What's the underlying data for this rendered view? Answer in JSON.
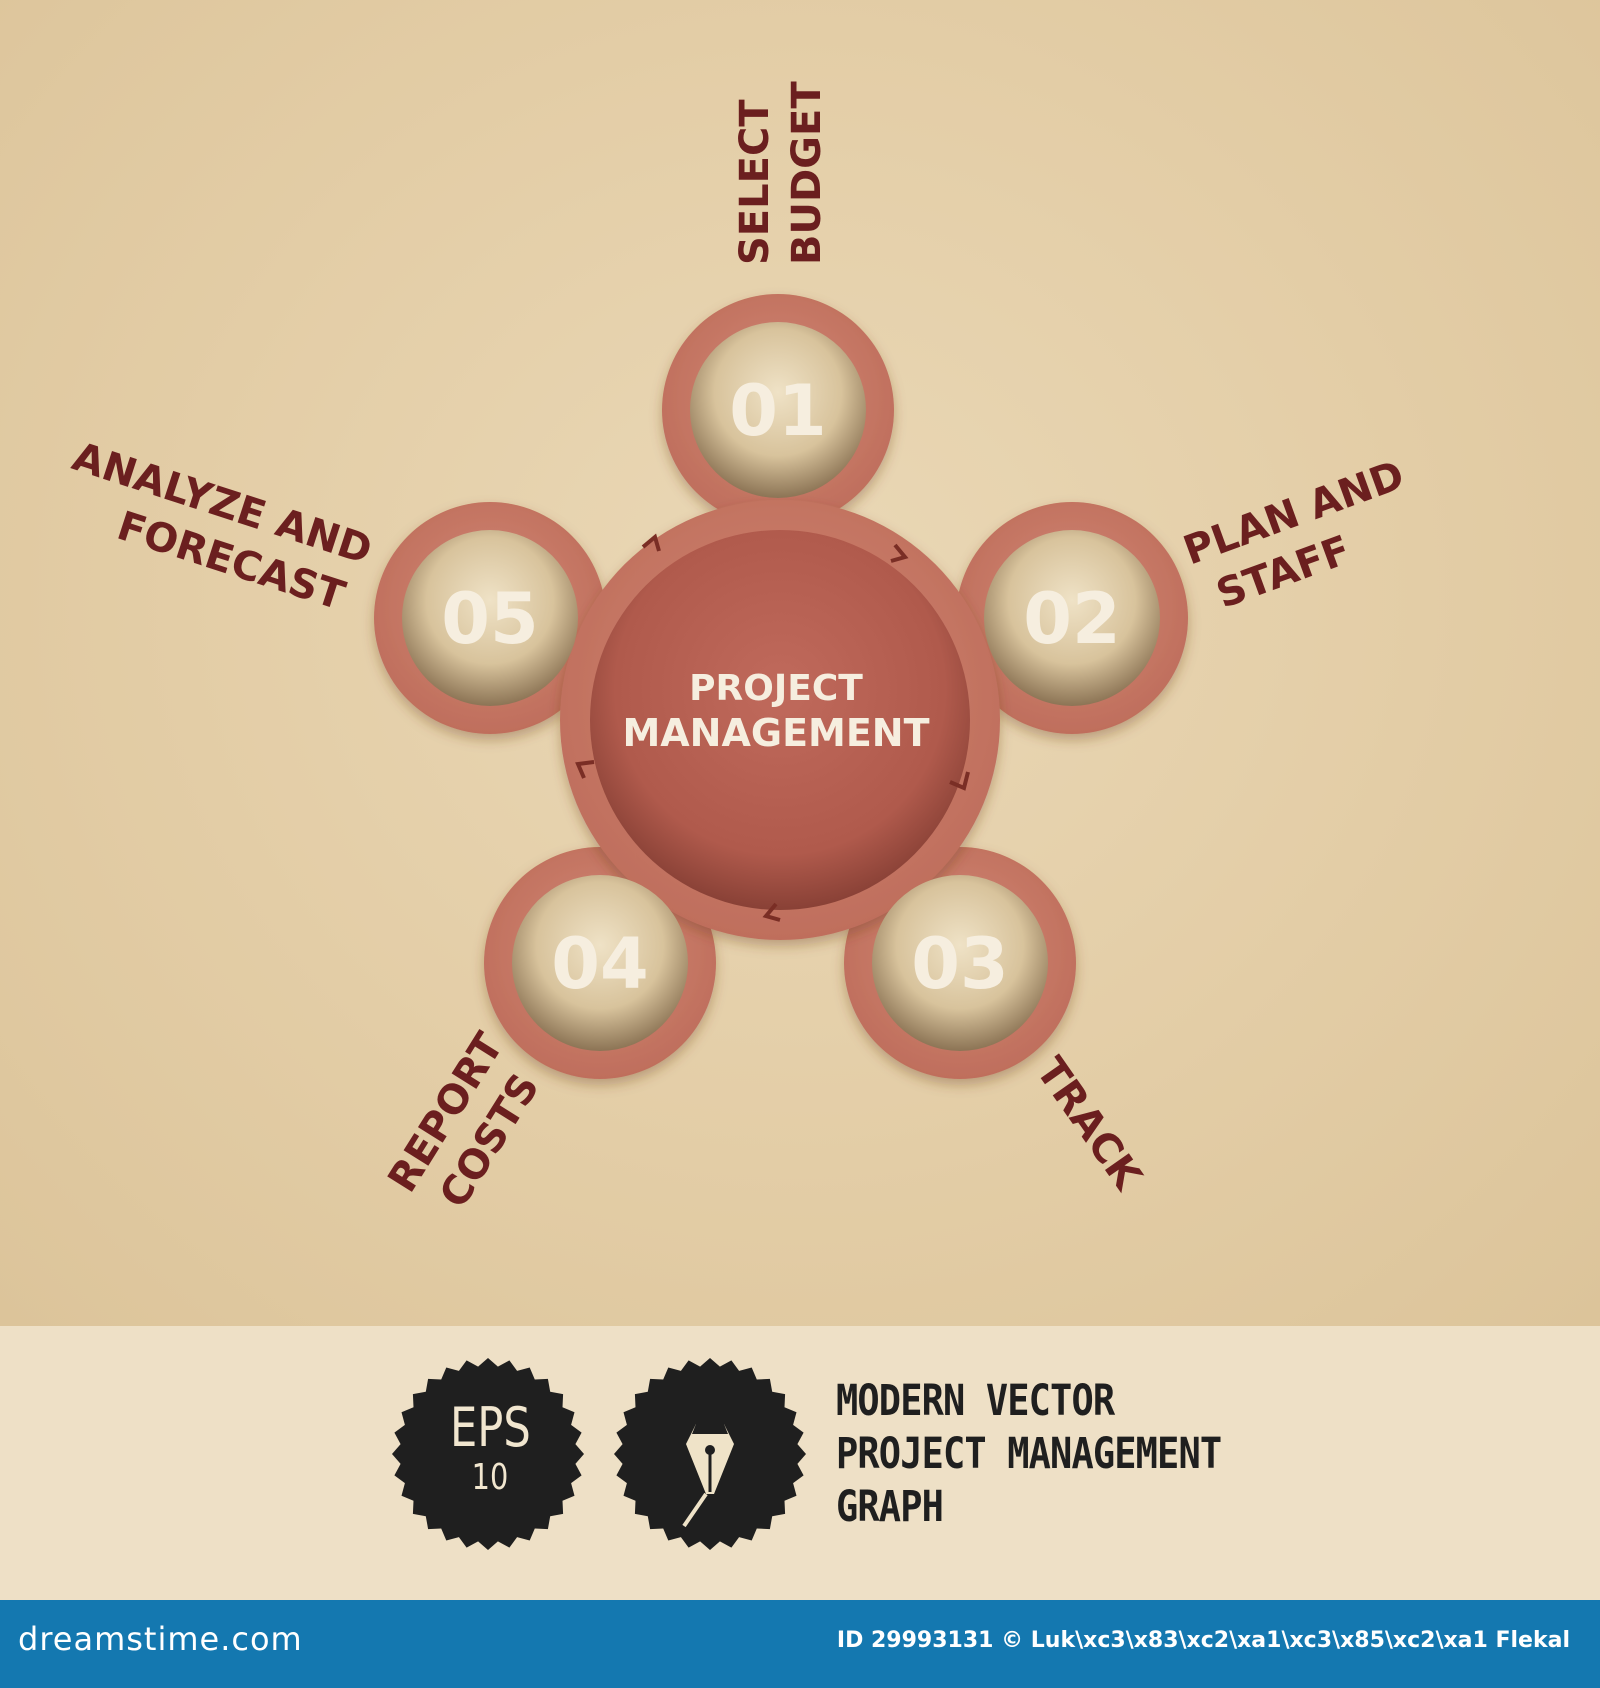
{
  "center_label": [
    "PROJECT",
    "MANAGEMENT"
  ],
  "steps": [
    {
      "number": "01",
      "label": [
        "SELECT",
        "BUDGET"
      ]
    },
    {
      "number": "02",
      "label": [
        "PLAN AND",
        "STAFF"
      ]
    },
    {
      "number": "03",
      "label": [
        "TRACK"
      ]
    },
    {
      "number": "04",
      "label": [
        "REPORT",
        "COSTS"
      ]
    },
    {
      "number": "05",
      "label": [
        "ANALYZE AND",
        "FORECAST"
      ]
    }
  ],
  "badges": {
    "eps": "EPS",
    "eps_version": "10",
    "pen_icon": "pen-nib-icon"
  },
  "subtitle": [
    "MODERN VECTOR",
    "PROJECT MANAGEMENT",
    "GRAPH"
  ],
  "footer": {
    "logo": "dreamstime.com",
    "credit": "ID 29993131 © Luk\\xc3\\x83\\xc2\\xa1\\xc3\\x85\\xc2\\xa1 Flekal"
  },
  "colors": {
    "background": "#e3cda6",
    "ring": "#c97a68",
    "label": "#6b1f1f",
    "inner_disc": "#d9c6a2",
    "center_disc": "#b65f52",
    "badge": "#1f1f1f",
    "footer": "#1478b0"
  }
}
